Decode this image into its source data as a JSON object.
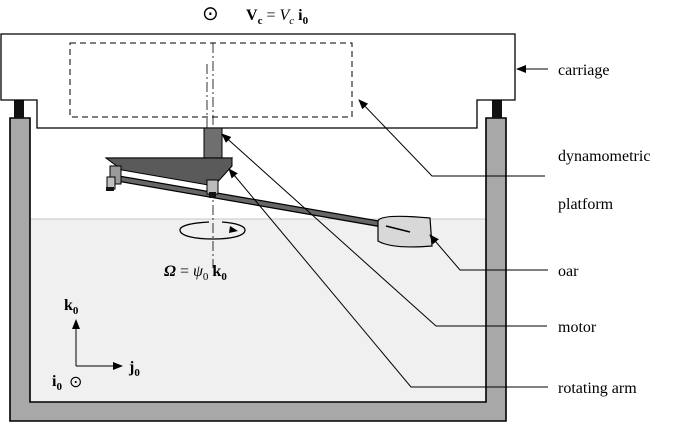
{
  "top_label": {
    "symbol": "⊙",
    "text": "V<sub>c</sub> = V<sub>c</sub> i<sub>0</sub>",
    "plain": "Vc = Vc i0"
  },
  "labels": {
    "carriage": "carriage",
    "dynamometric": "dynamometric",
    "platform": "platform",
    "oar": "oar",
    "motor": "motor",
    "rotating_arm": "rotating arm"
  },
  "omega_label": "Ω = ψ0 k0",
  "axes": {
    "k": "k0",
    "j": "j0",
    "i": "i0",
    "i_symbol": "⊙"
  },
  "colors": {
    "tank_wall": "#a8a8a8",
    "water": "#f0f0f0",
    "platform": "#6f6f6f",
    "arm": "#555555",
    "oar_blade": "#d8d8d8"
  }
}
